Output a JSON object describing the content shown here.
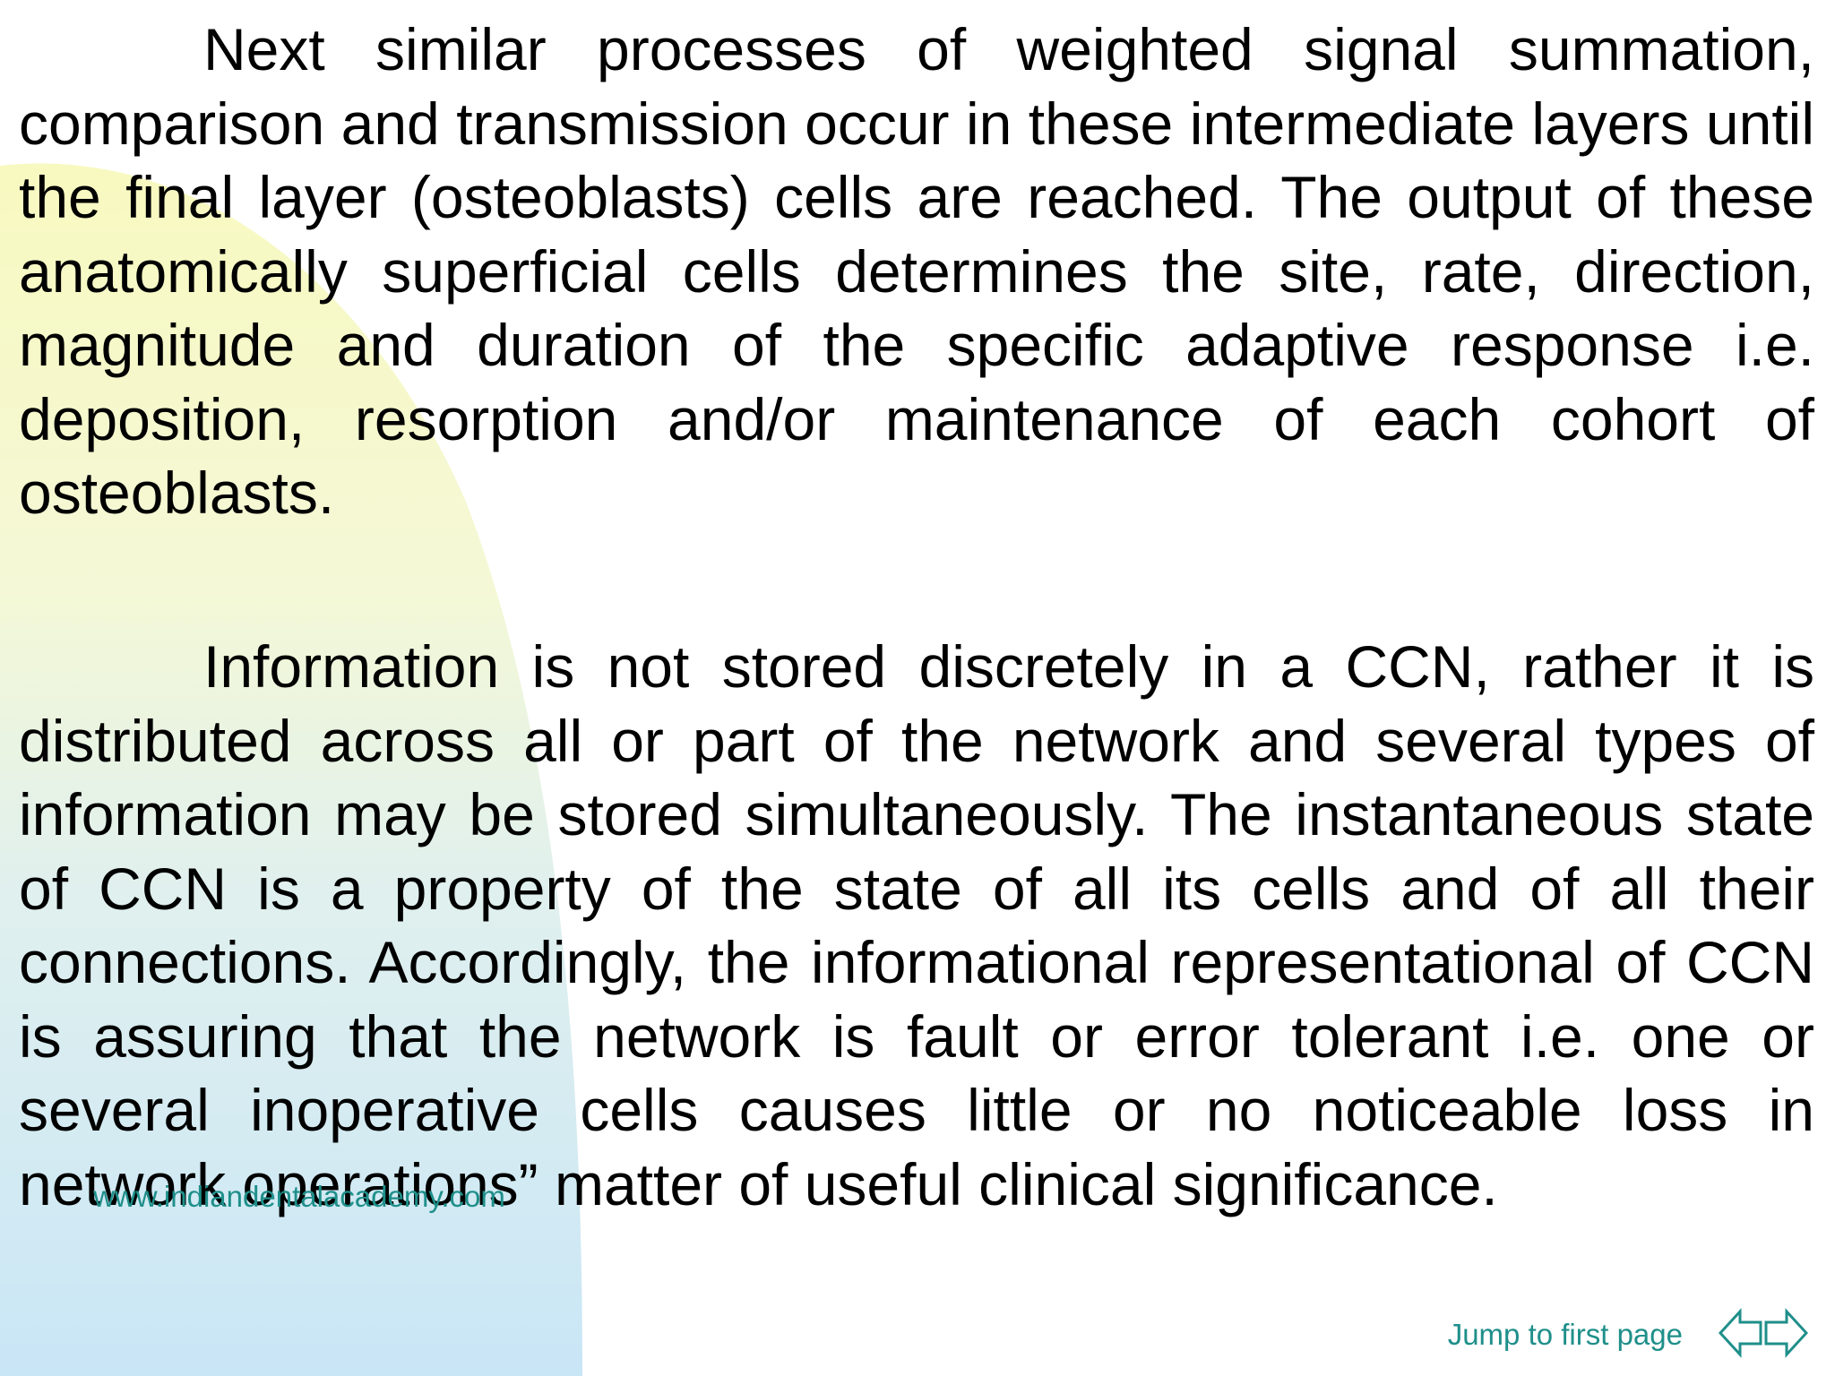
{
  "paragraphs": [
    "Next similar processes of weighted signal summation, comparison and transmission occur in these intermediate layers until the final layer (osteoblasts) cells are reached. The output of these anatomically superficial cells determines the site, rate, direction, magnitude and duration of the specific adaptive response i.e. deposition, resorption and/or maintenance of each cohort of osteoblasts.",
    "Information is not stored discretely in a CCN, rather it is distributed across all or part of the network and several types of information may be stored simultaneously. The instantaneous state of CCN is a property of the state of all its cells and of all their connections. Accordingly, the informational representational of CCN is assuring that the network is fault or error tolerant i.e. one or several inoperative cells causes little or no noticeable loss in network operations” matter of useful clinical significance."
  ],
  "watermark": "www.indiandentalacademy.com",
  "nav": {
    "jump_label": "Jump to first page",
    "prev_icon": "left-arrow-icon",
    "next_icon": "right-arrow-icon"
  },
  "colors": {
    "accent": "#1f8f8a",
    "background_yellow": "#f6f8c8",
    "background_blue": "#cfe8f6"
  }
}
